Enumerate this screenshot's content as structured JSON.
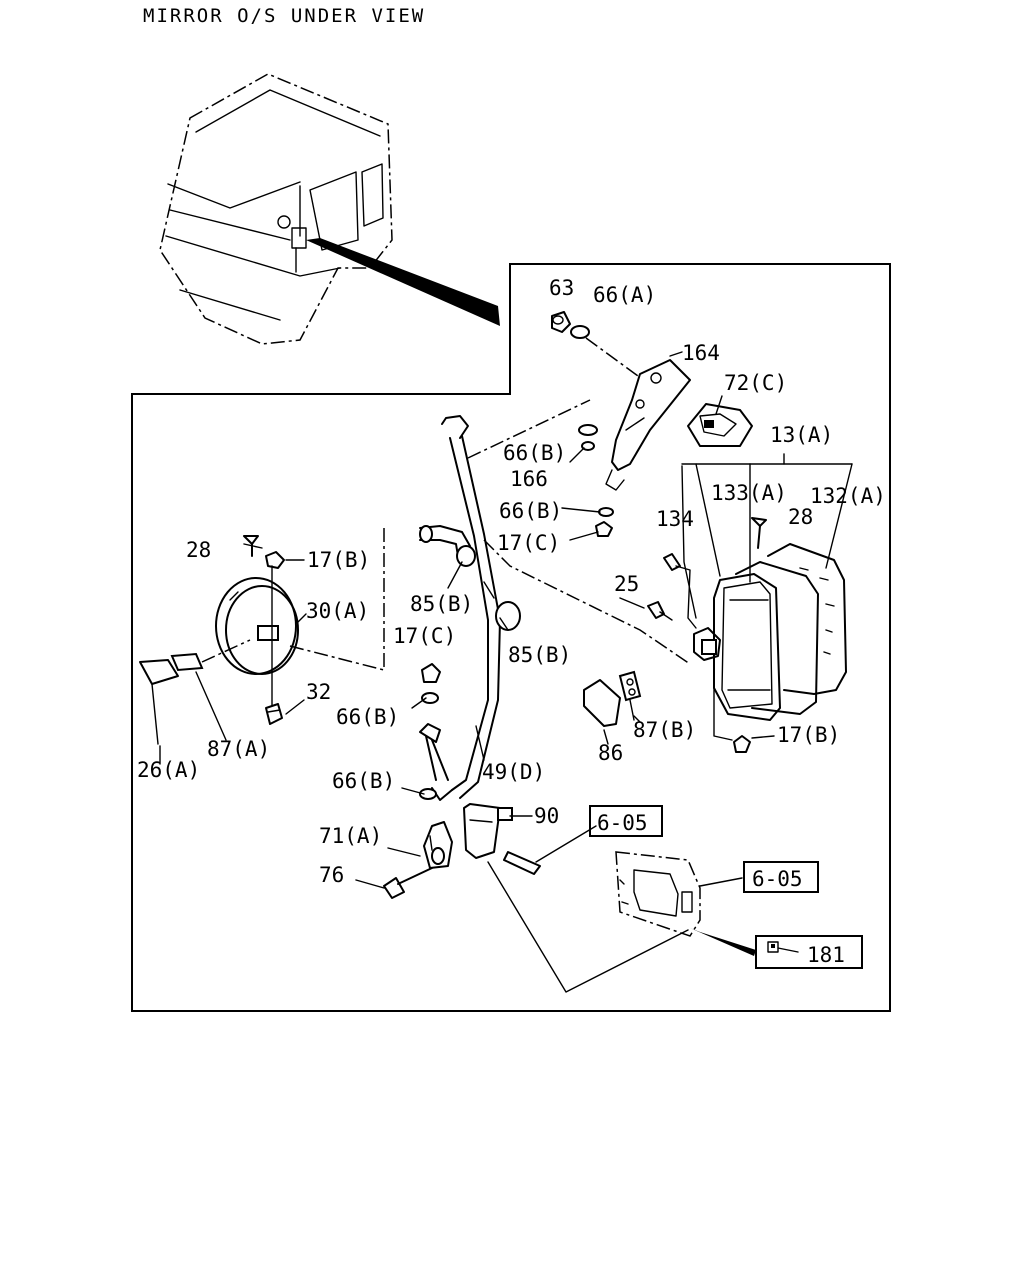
{
  "title": "MIRROR O/S UNDER VIEW",
  "callouts": [
    {
      "id": "c63",
      "text": "63"
    },
    {
      "id": "c66a",
      "text": "66(A)"
    },
    {
      "id": "c164",
      "text": "164"
    },
    {
      "id": "c72c",
      "text": "72(C)"
    },
    {
      "id": "c13a",
      "text": "13(A)"
    },
    {
      "id": "c66b1",
      "text": "66(B)"
    },
    {
      "id": "c166",
      "text": "166"
    },
    {
      "id": "c133a",
      "text": "133(A)"
    },
    {
      "id": "c132a",
      "text": "132(A)"
    },
    {
      "id": "c66b2",
      "text": "66(B)"
    },
    {
      "id": "c134",
      "text": "134"
    },
    {
      "id": "c28r",
      "text": "28"
    },
    {
      "id": "c17c1",
      "text": "17(C)"
    },
    {
      "id": "c28l",
      "text": "28"
    },
    {
      "id": "c17b1",
      "text": "17(B)"
    },
    {
      "id": "c25",
      "text": "25"
    },
    {
      "id": "c30a",
      "text": "30(A)"
    },
    {
      "id": "c85b1",
      "text": "85(B)"
    },
    {
      "id": "c17c2",
      "text": "17(C)"
    },
    {
      "id": "c85b2",
      "text": "85(B)"
    },
    {
      "id": "c32",
      "text": "32"
    },
    {
      "id": "c66b3",
      "text": "66(B)"
    },
    {
      "id": "c87b",
      "text": "87(B)"
    },
    {
      "id": "c87a",
      "text": "87(A)"
    },
    {
      "id": "c17b2",
      "text": "17(B)"
    },
    {
      "id": "c26a",
      "text": "26(A)"
    },
    {
      "id": "c86",
      "text": "86"
    },
    {
      "id": "c49d",
      "text": "49(D)"
    },
    {
      "id": "c66b4",
      "text": "66(B)"
    },
    {
      "id": "c90",
      "text": "90"
    },
    {
      "id": "c71a",
      "text": "71(A)"
    },
    {
      "id": "c76",
      "text": "76"
    },
    {
      "id": "c181",
      "text": "181"
    }
  ],
  "refs": [
    {
      "id": "r605a",
      "text": "6-05"
    },
    {
      "id": "r605b",
      "text": "6-05"
    }
  ]
}
